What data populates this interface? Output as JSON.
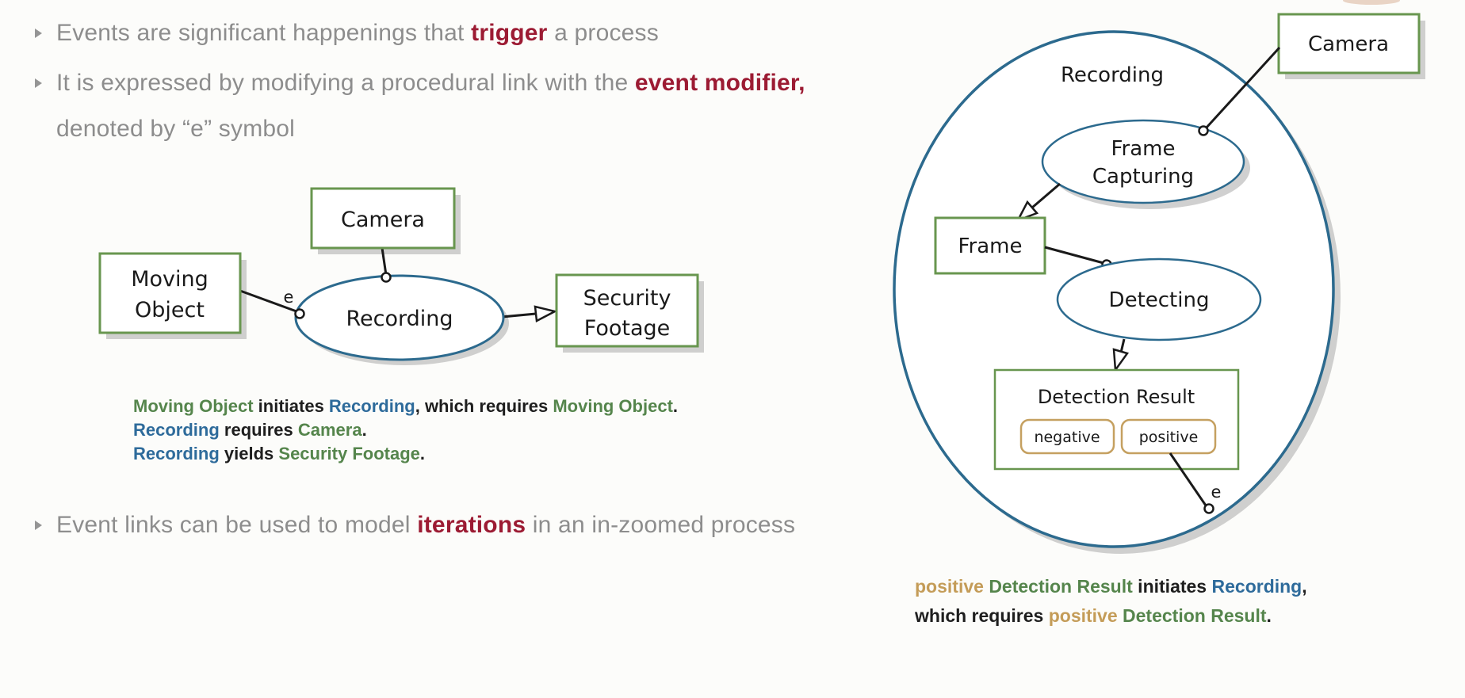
{
  "colors": {
    "gray": "#8d8d8d",
    "red": "#9c1b33",
    "black": "#1e1e1e",
    "green": "#55854c",
    "blue": "#2e6b9b",
    "tan": "#c49c58",
    "node_border_green": "#68964f",
    "node_border_blue": "#2c6a8e",
    "node_border_tan": "#c5a060",
    "link_black": "#1a1a1a",
    "bullet_gray": "#8d8d8d",
    "background": "#fcfcfa"
  },
  "bullets": {
    "b1": [
      {
        "text": "Events are significant happenings that ",
        "color": "gray"
      },
      {
        "text": "trigger",
        "color": "red",
        "bold": true
      },
      {
        "text": " a process",
        "color": "gray"
      }
    ],
    "b2_line1": [
      {
        "text": "It is expressed by modifying a procedural link with the ",
        "color": "gray"
      },
      {
        "text": "event modifier,",
        "color": "red",
        "bold": true
      }
    ],
    "b2_line2": [
      {
        "text": "denoted by “e” symbol",
        "color": "gray"
      }
    ],
    "b3": [
      {
        "text": "Event links can be used to model ",
        "color": "gray"
      },
      {
        "text": "iterations",
        "color": "red",
        "bold": true
      },
      {
        "text": " in an in-zoomed process",
        "color": "gray"
      }
    ]
  },
  "left_diagram": {
    "camera": "Camera",
    "moving": [
      "Moving",
      "Object"
    ],
    "recording": "Recording",
    "security": [
      "Security",
      "Footage"
    ],
    "event_label": "e"
  },
  "left_caption": {
    "l1": [
      {
        "text": "Moving Object",
        "color": "green",
        "bold": true
      },
      {
        "text": " initiates ",
        "color": "black",
        "bold": true
      },
      {
        "text": "Recording",
        "color": "blue",
        "bold": true
      },
      {
        "text": ", which requires ",
        "color": "black",
        "bold": true
      },
      {
        "text": "Moving Object",
        "color": "green",
        "bold": true
      },
      {
        "text": ".",
        "color": "black",
        "bold": true
      }
    ],
    "l2": [
      {
        "text": "Recording",
        "color": "blue",
        "bold": true
      },
      {
        "text": " requires ",
        "color": "black",
        "bold": true
      },
      {
        "text": "Camera",
        "color": "green",
        "bold": true
      },
      {
        "text": ".",
        "color": "black",
        "bold": true
      }
    ],
    "l3": [
      {
        "text": "Recording",
        "color": "blue",
        "bold": true
      },
      {
        "text": " yields ",
        "color": "black",
        "bold": true
      },
      {
        "text": "Security Footage",
        "color": "green",
        "bold": true
      },
      {
        "text": ".",
        "color": "black",
        "bold": true
      }
    ]
  },
  "right_diagram": {
    "title": "Recording",
    "camera": "Camera",
    "frame_capturing": [
      "Frame",
      "Capturing"
    ],
    "frame": "Frame",
    "detecting": "Detecting",
    "detection_result": "Detection Result",
    "states": [
      "negative",
      "positive"
    ],
    "event_label": "e"
  },
  "right_caption": {
    "l1": [
      {
        "text": "positive",
        "color": "tan",
        "bold": true
      },
      {
        "text": " ",
        "color": "black",
        "bold": true
      },
      {
        "text": "Detection Result",
        "color": "green",
        "bold": true
      },
      {
        "text": " initiates ",
        "color": "black",
        "bold": true
      },
      {
        "text": "Recording",
        "color": "blue",
        "bold": true
      },
      {
        "text": ",",
        "color": "black",
        "bold": true
      }
    ],
    "l2": [
      {
        "text": "which requires ",
        "color": "black",
        "bold": true
      },
      {
        "text": "positive",
        "color": "tan",
        "bold": true
      },
      {
        "text": " ",
        "color": "black",
        "bold": true
      },
      {
        "text": "Detection Result",
        "color": "green",
        "bold": true
      },
      {
        "text": ".",
        "color": "black",
        "bold": true
      }
    ]
  }
}
